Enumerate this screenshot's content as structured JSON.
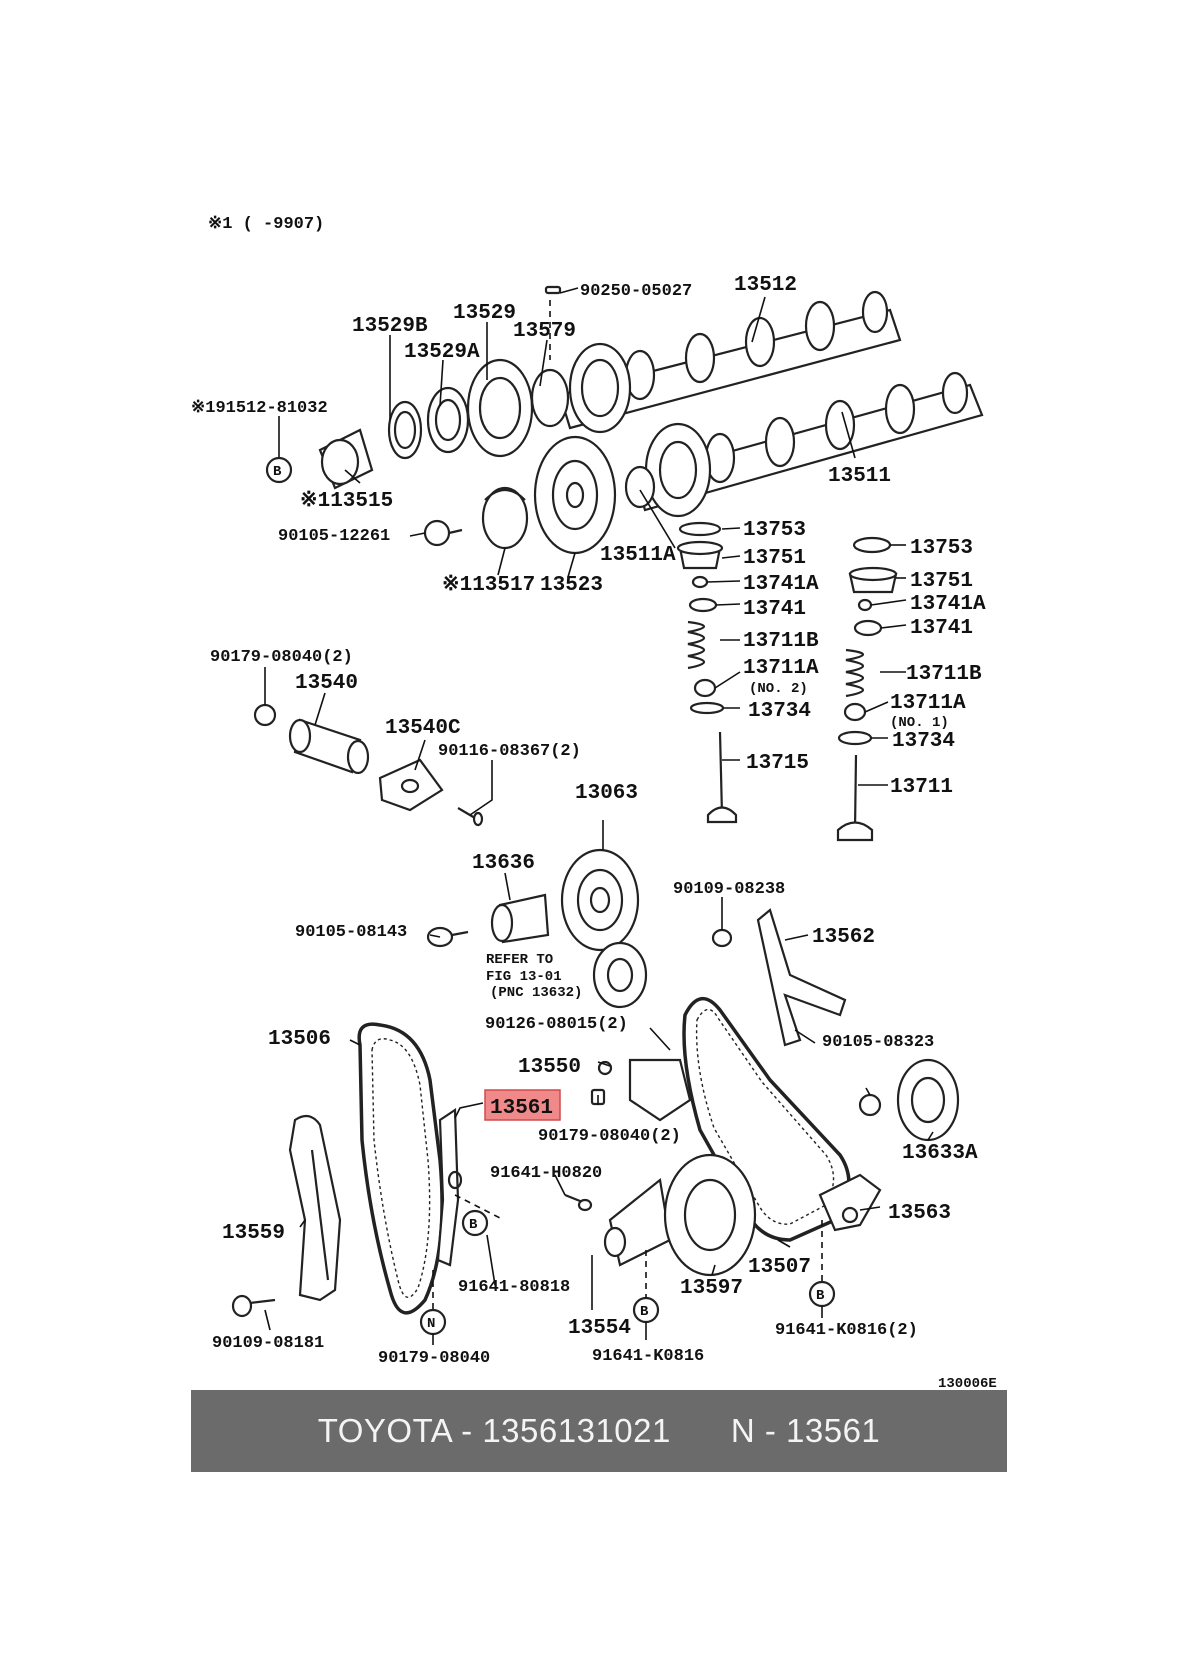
{
  "header": {
    "variant_note": "※1 (     -9907)"
  },
  "figure_code": "130006E",
  "highlighted_part": "13561",
  "labels": {
    "p90250_05027": "90250-05027",
    "p13512": "13512",
    "p13529B": "13529B",
    "p13529": "13529",
    "p13579": "13579",
    "p13529A": "13529A",
    "p191512_81032": "※191512-81032",
    "p113515": "※113515",
    "p90105_12261": "90105-12261",
    "p113517": "※113517",
    "p13523": "13523",
    "p13511": "13511",
    "p13511A": "13511A",
    "p13753_a": "13753",
    "p13751_a": "13751",
    "p13741A_a": "13741A",
    "p13741_a": "13741",
    "p13711B_a": "13711B",
    "p13711A_a": "13711A",
    "p13711A_no2": "(NO. 2)",
    "p13734_a": "13734",
    "p13715": "13715",
    "p13753_b": "13753",
    "p13751_b": "13751",
    "p13741A_b": "13741A",
    "p13741_b": "13741",
    "p13711B_b": "13711B",
    "p13711A_b": "13711A",
    "p13711A_no1": "(NO. 1)",
    "p13734_b": "13734",
    "p13711": "13711",
    "p90179_08040_2a": "90179-08040(2)",
    "p13540": "13540",
    "p13540C": "13540C",
    "p90116_08367": "90116-08367(2)",
    "p13063": "13063",
    "p13636": "13636",
    "p90105_08143": "90105-08143",
    "refer_1": "REFER TO",
    "refer_2": "FIG 13-01",
    "refer_3": "(PNC 13632)",
    "p90109_08238": "90109-08238",
    "p13562": "13562",
    "p90126_08015": "90126-08015(2)",
    "p90105_08323": "90105-08323",
    "p13506": "13506",
    "p13550": "13550",
    "p13561": "13561",
    "p90179_08040_2b": "90179-08040(2)",
    "p13633A": "13633A",
    "p91641_H0820": "91641-H0820",
    "p13559": "13559",
    "p91641_80818": "91641-80818",
    "p13563": "13563",
    "p13507": "13507",
    "p13597": "13597",
    "p90109_08181": "90109-08181",
    "p90179_08040": "90179-08040",
    "p13554": "13554",
    "p91641_K0816": "91641-K0816",
    "p91641_K0816_2": "91641-K0816(2)",
    "marker_B": "B",
    "marker_N": "N"
  },
  "footer": {
    "brand_part": "TOYOTA - 1356131021",
    "ref": "N - 13561"
  }
}
